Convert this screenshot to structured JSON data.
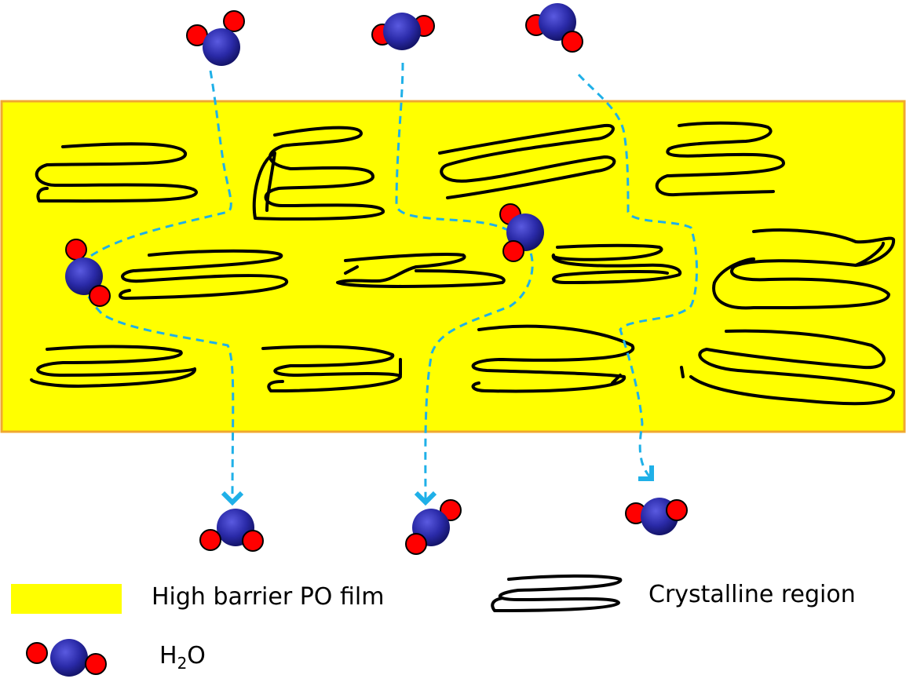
{
  "legend": {
    "film_label": "High barrier PO film",
    "crystal_label": "Crystalline region",
    "water_label_main": "H",
    "water_label_sub": "2",
    "water_label_end": "O"
  },
  "colors": {
    "film": "#ffff00",
    "film_border": "#f0a830",
    "path": "#1fb0e8",
    "oxygen": "#2b2ba8",
    "hydrogen": "#ff0000"
  }
}
